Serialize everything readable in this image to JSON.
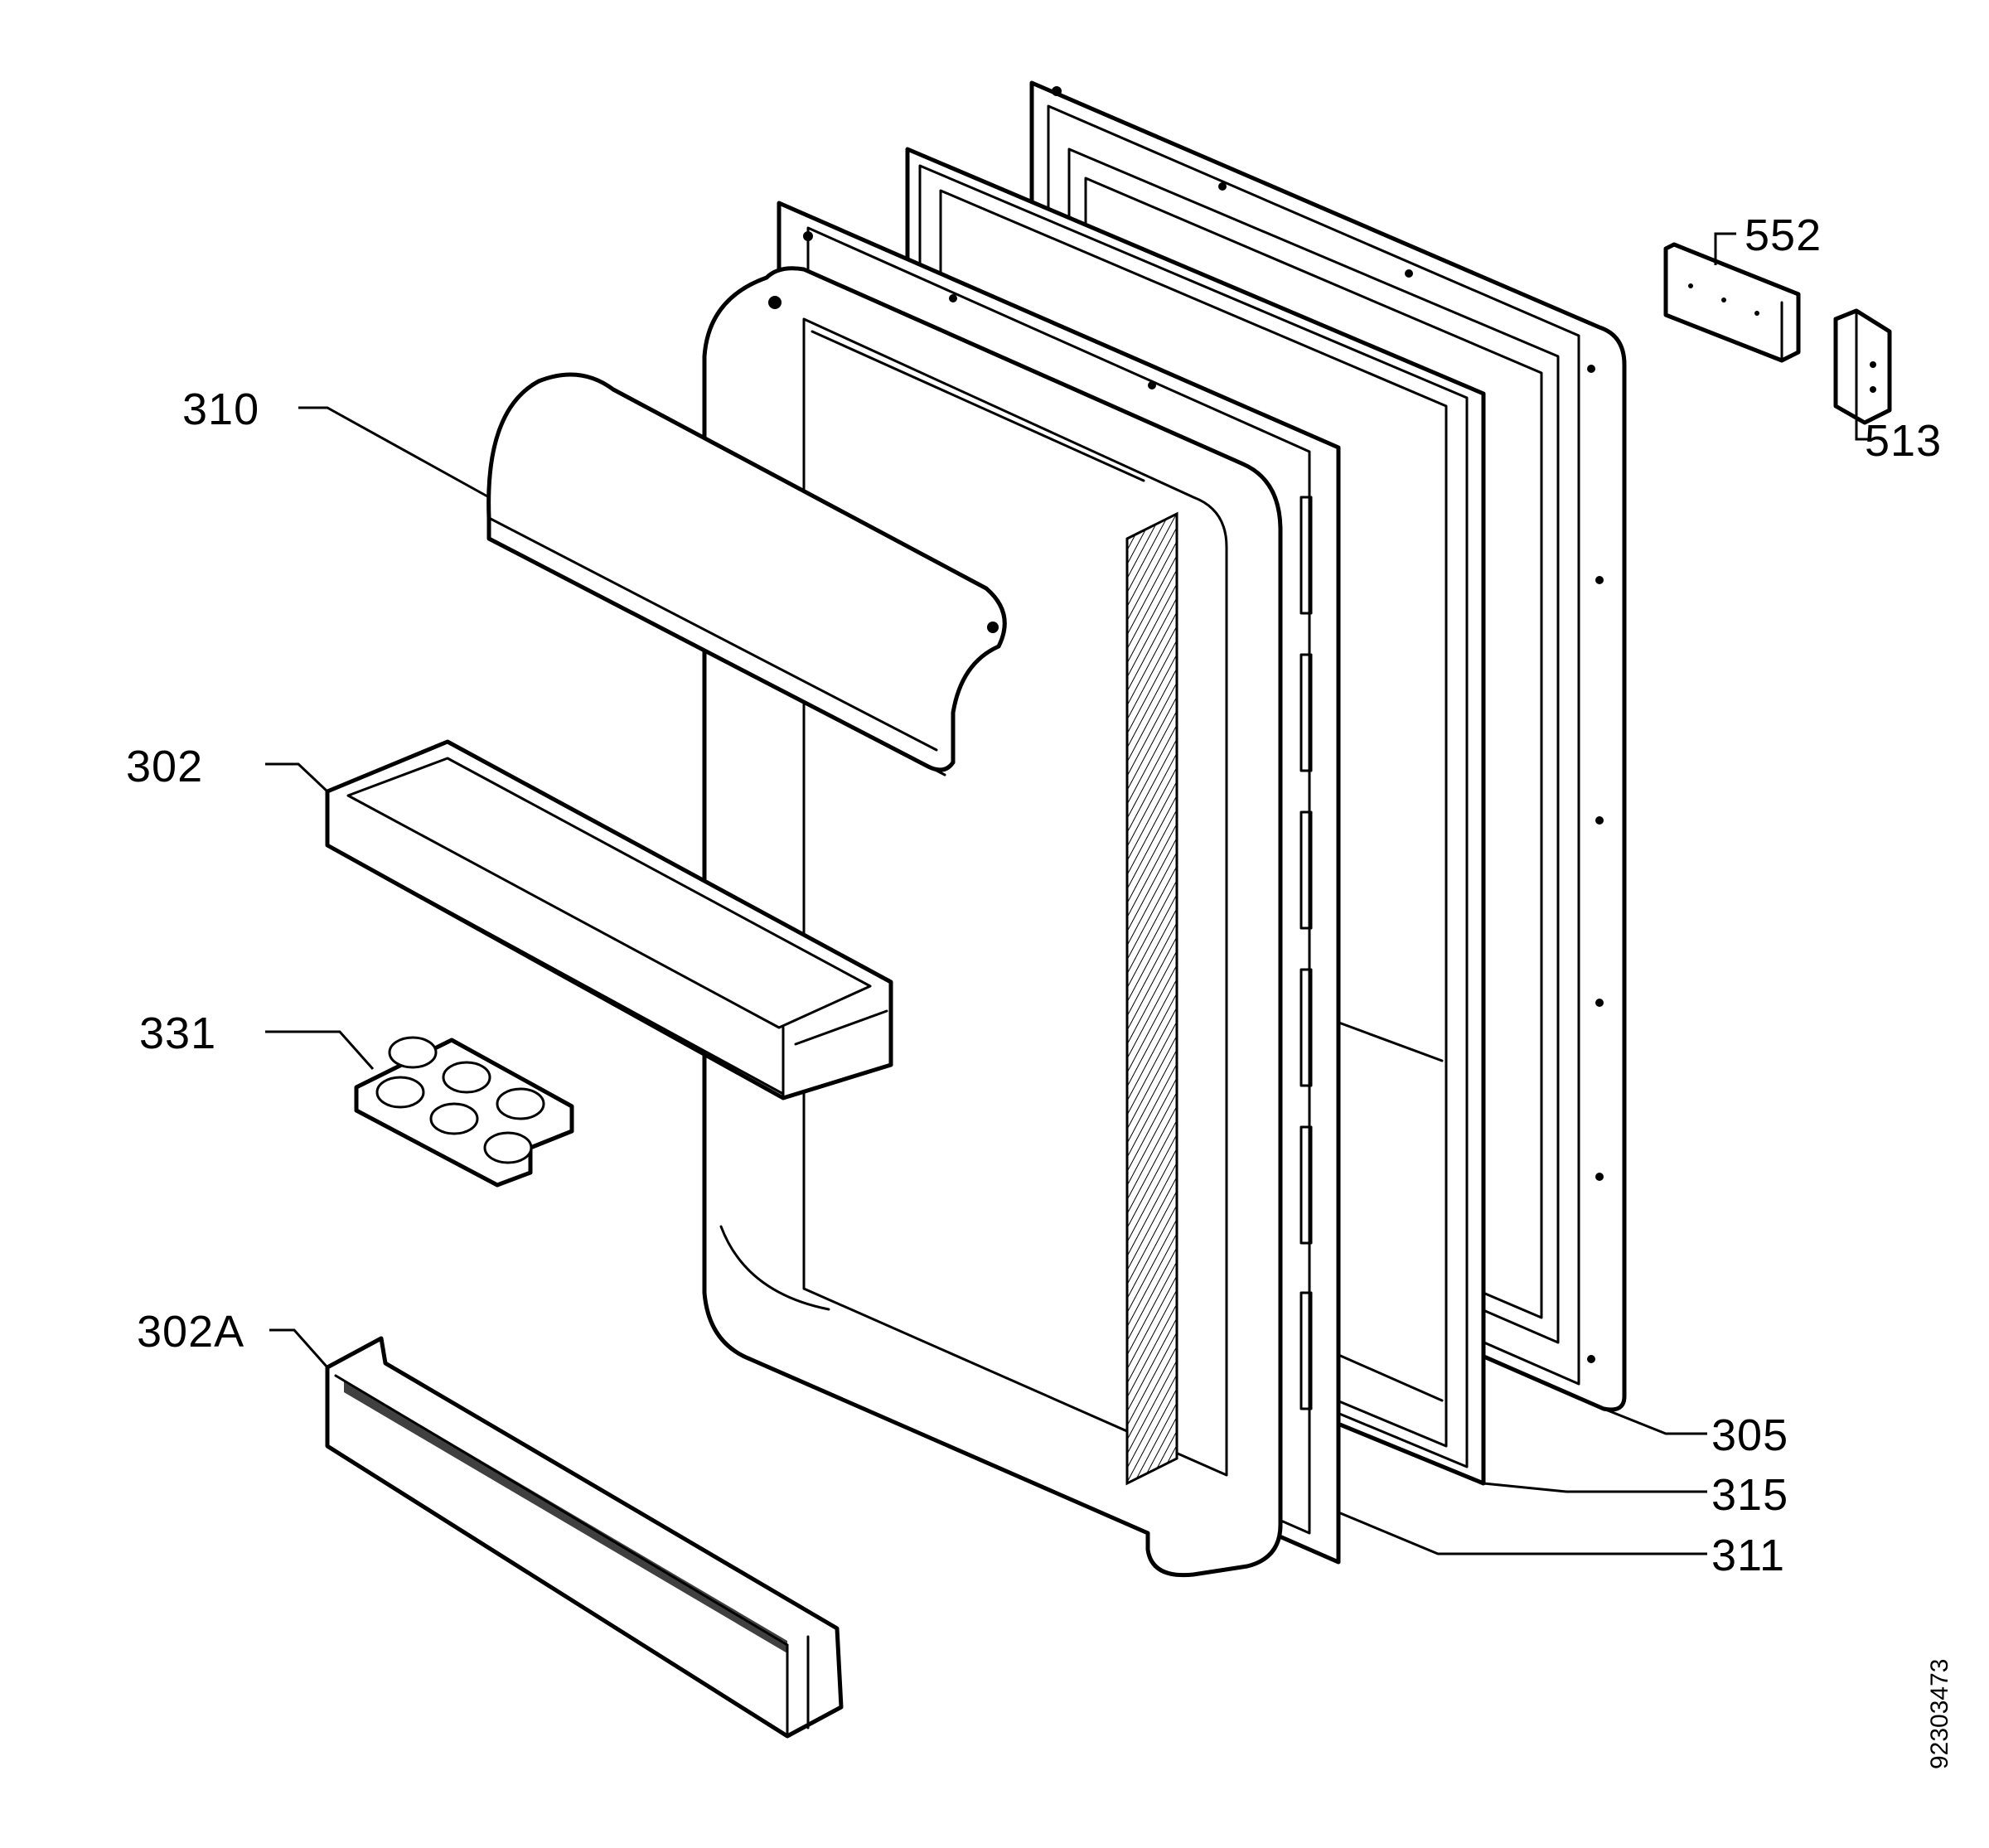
{
  "diagram": {
    "labels": {
      "p310": "310",
      "p302": "302",
      "p331": "331",
      "p302a": "302A",
      "p552": "552",
      "p513": "513",
      "p305": "305",
      "p315": "315",
      "p311": "311"
    },
    "document_number": "92303473"
  }
}
